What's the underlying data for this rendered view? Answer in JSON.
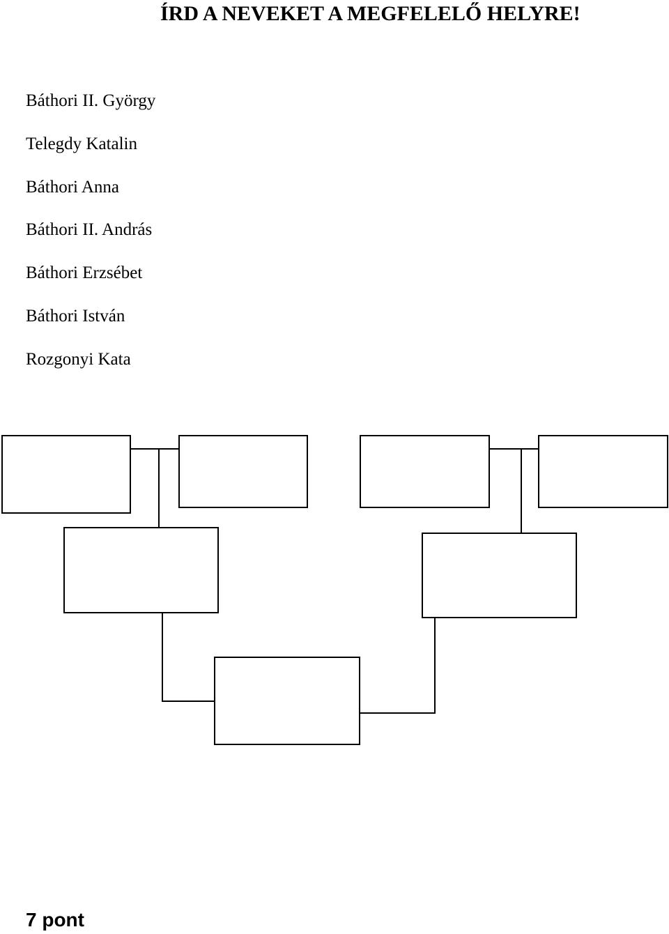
{
  "title": "ÍRD A NEVEKET A MEGFELELŐ HELYRE!",
  "names": [
    "Báthori II. György",
    "Telegdy Katalin",
    "Báthori Anna",
    "Báthori II. András",
    "Báthori Erzsébet",
    "Báthori István",
    "Rozgonyi Kata"
  ],
  "points_label": "7 pont"
}
